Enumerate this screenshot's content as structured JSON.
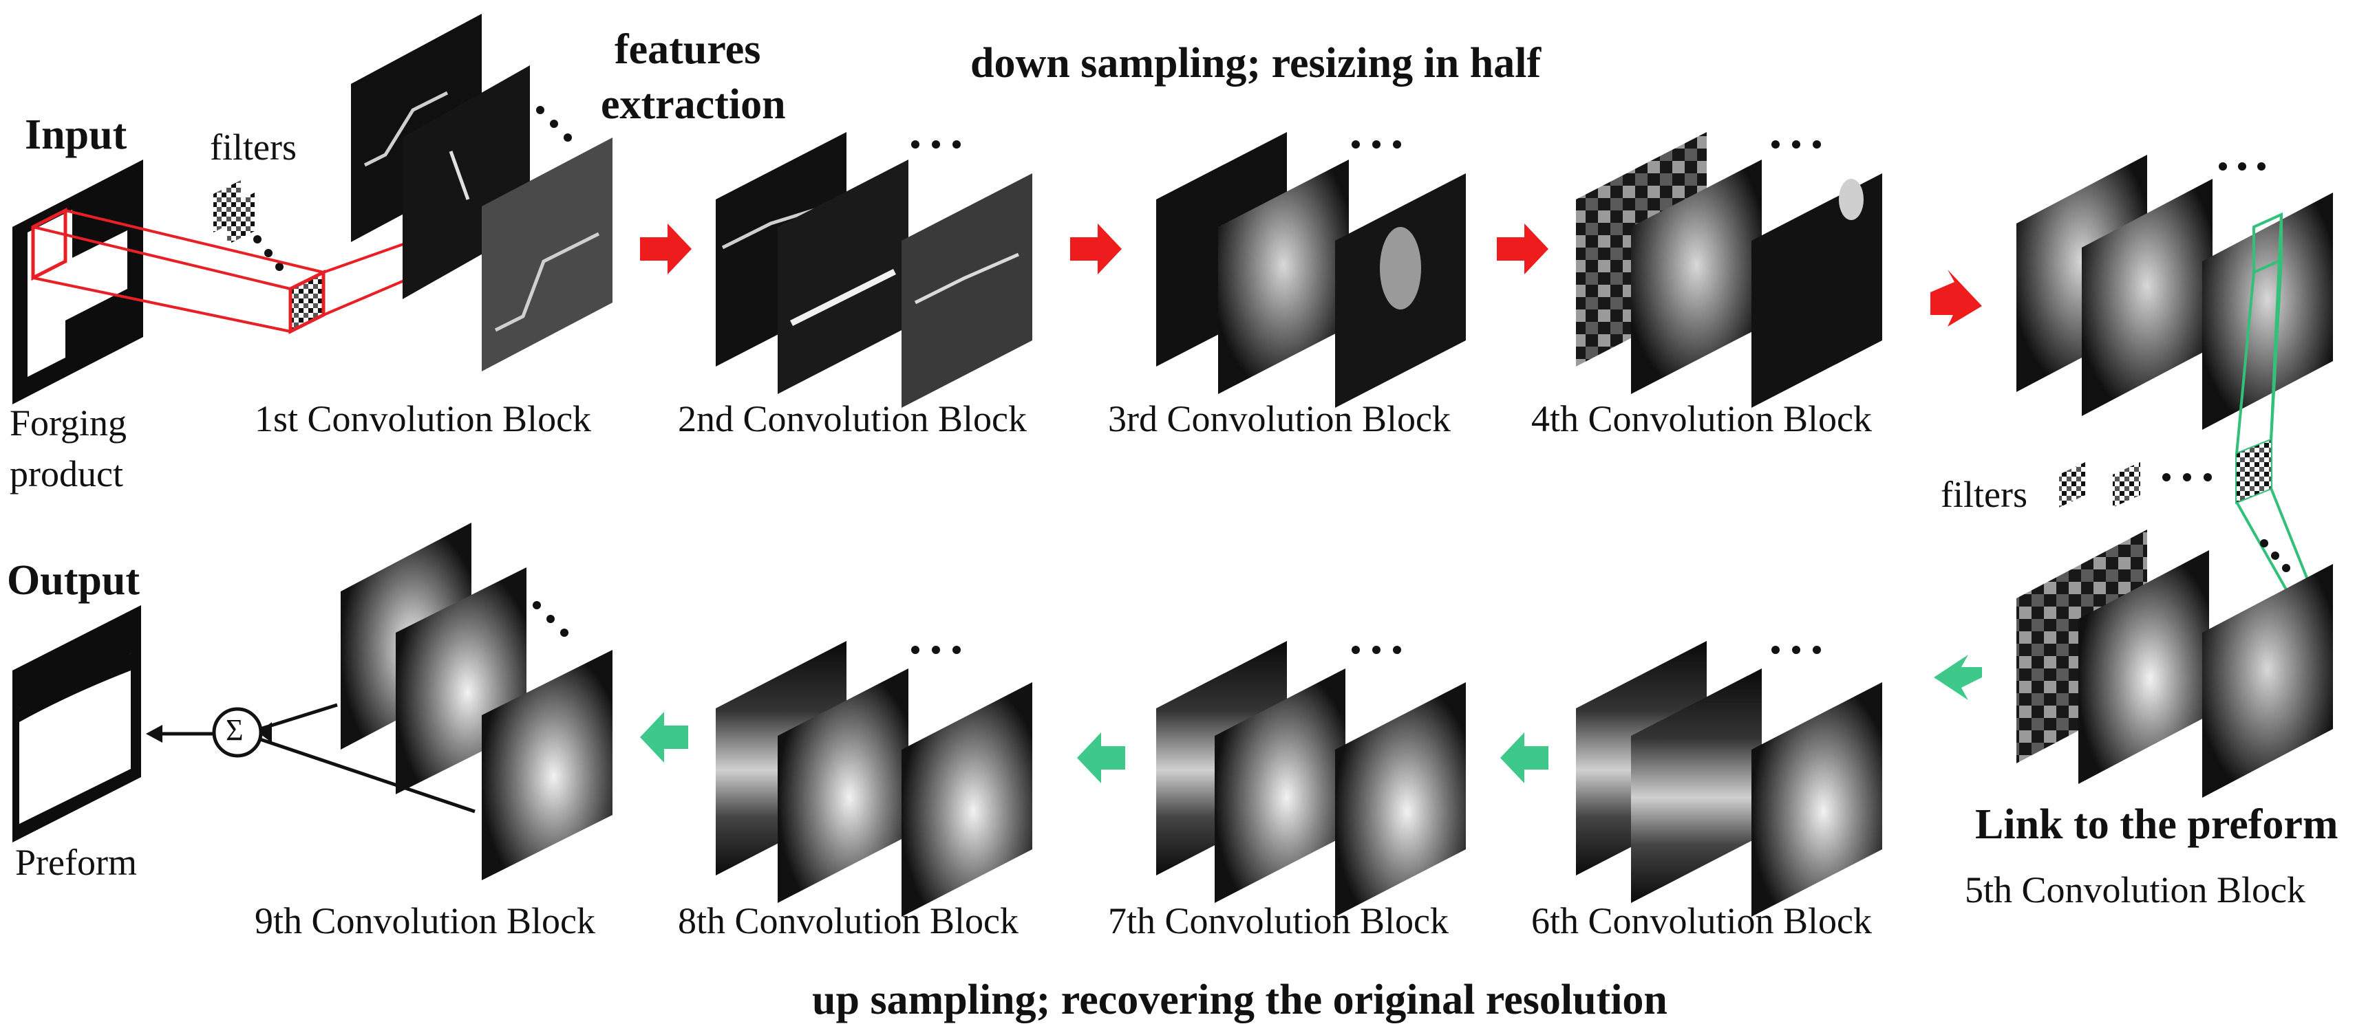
{
  "labels": {
    "input": "Input",
    "output": "Output",
    "filters_top": "filters",
    "filters_right": "filters",
    "features_extraction_1": "features",
    "features_extraction_2": "extraction",
    "down_sampling": "down sampling; resizing in half",
    "up_sampling": "up sampling; recovering the original resolution",
    "link_to_preform": "Link to the preform",
    "forging_product_1": "Forging",
    "forging_product_2": "product",
    "preform": "Preform",
    "sum_symbol": "Σ",
    "ellipsis": "• • •"
  },
  "blocks": [
    "1st Convolution Block",
    "2nd Convolution Block",
    "3rd Convolution Block",
    "4th Convolution Block",
    "5th Convolution Block",
    "6th Convolution Block",
    "7th Convolution Block",
    "8th Convolution Block",
    "9th Convolution Block"
  ],
  "colors": {
    "down_arrow": "#ee1c1c",
    "up_arrow": "#3ec98a",
    "filter_box_red": "#e81f24",
    "filter_box_green": "#33c07a",
    "feature_map": "#0f0f0f"
  }
}
